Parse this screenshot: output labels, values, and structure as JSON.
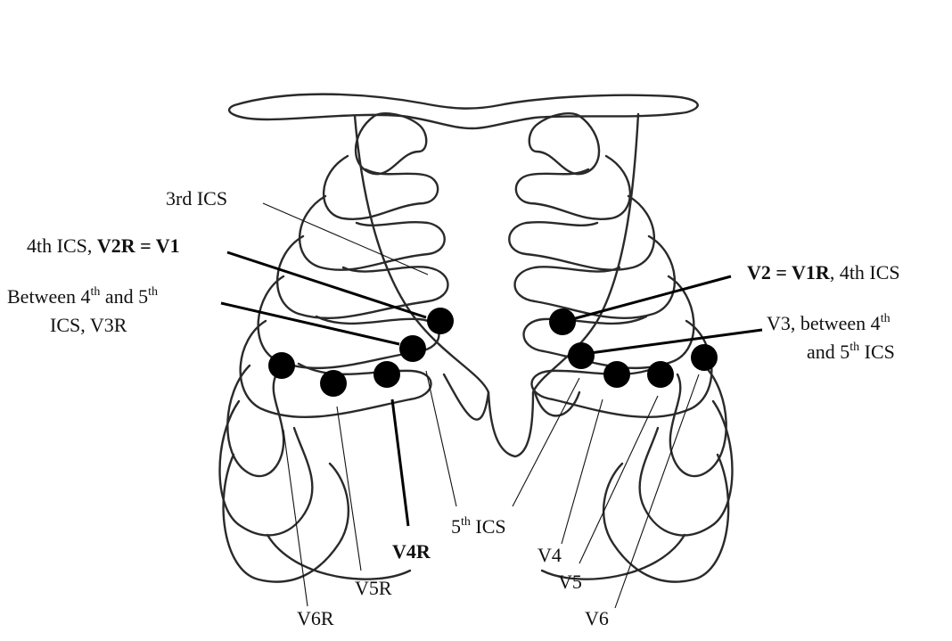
{
  "labels": {
    "ics3": "3rd ICS",
    "ics4_prefix": "4th ICS, ",
    "v2r_eq_v1": "V2R = V1",
    "between_line1_a": "Between 4",
    "sup_th": "th",
    "between_line1_b": " and 5",
    "between_line2": "ICS, V3R",
    "v2_eq_v1r": "V2 = V1R",
    "v2_suffix": ", 4th ICS",
    "v3_line1_a": "V3, between 4",
    "v3_line2_a": "and 5",
    "v3_line2_b": " ICS",
    "ics5_a": "5",
    "ics5_b": " ICS",
    "v4r": "V4R",
    "v5r": "V5R",
    "v6r": "V6R",
    "v4": "V4",
    "v5": "V5",
    "v6": "V6"
  },
  "colors": {
    "electrode": "#000000",
    "outline": "#2a2a2a",
    "background": "#ffffff"
  }
}
